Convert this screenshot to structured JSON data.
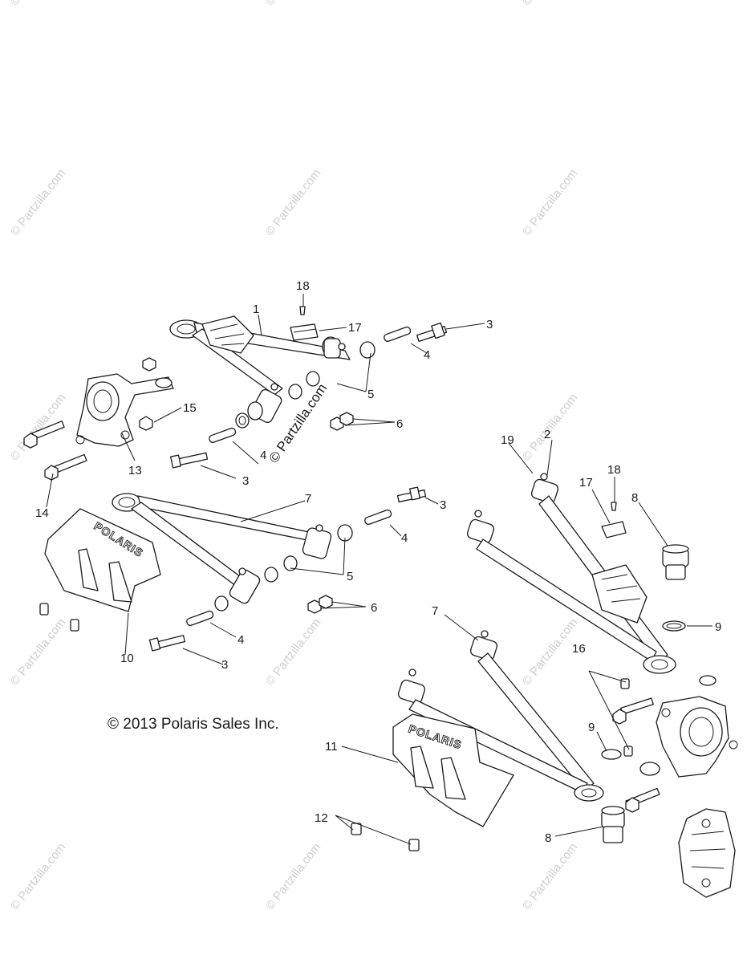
{
  "copyright": "© 2013 Polaris Sales Inc.",
  "watermark": "© Partzilla.com",
  "brand_mark": "POLARIS",
  "callouts": [
    "1",
    "2",
    "3",
    "4",
    "5",
    "6",
    "7",
    "8",
    "9",
    "10",
    "11",
    "12",
    "13",
    "14",
    "15",
    "16",
    "17",
    "18",
    "19"
  ],
  "colors": {
    "line": "#1a1a1a",
    "watermark": "#cfcfcf",
    "background": "#ffffff"
  }
}
